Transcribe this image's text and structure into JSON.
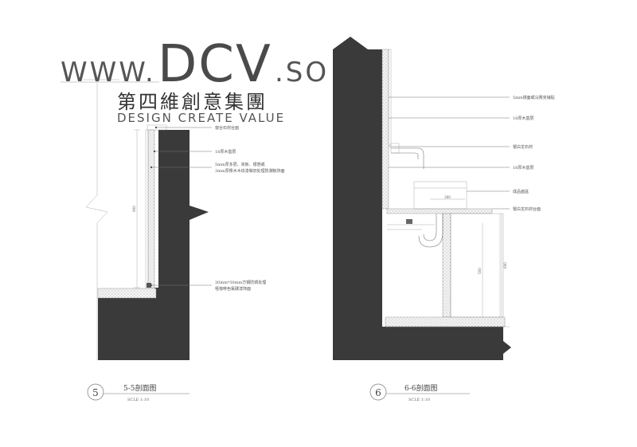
{
  "logo": {
    "prefix": "WWW.",
    "brand": "DCV",
    "suffix": ".SO",
    "chinese": "第四維創意集團",
    "english": "DESIGN CREATE VALUE"
  },
  "section5": {
    "number": "5",
    "title": "5-5剖面图",
    "scale": "SCLE  1:10",
    "notes": [
      "窗台石材台面",
      "18厚木基层",
      "5mm厚多层、夹板、银箔或",
      "3mm厚橡木木纹漆做旧处理防潮板饰面",
      "30mm*30mm方钢防锈处理",
      "哑咖啡色氟碳漆饰面"
    ],
    "dims": [
      "900"
    ]
  },
  "section6": {
    "number": "6",
    "title": "6-6剖面图",
    "scale": "SCLE  1:10",
    "notes": [
      "5mm镜面或马赛克铺贴",
      "18厚木基层",
      "银白龙石材",
      "18厚木基层",
      "成品面盆",
      "银白龙石材台面"
    ],
    "dims": [
      "300",
      "500",
      "600"
    ]
  },
  "colors": {
    "wall": "#3a3a3a",
    "line": "#777777"
  }
}
